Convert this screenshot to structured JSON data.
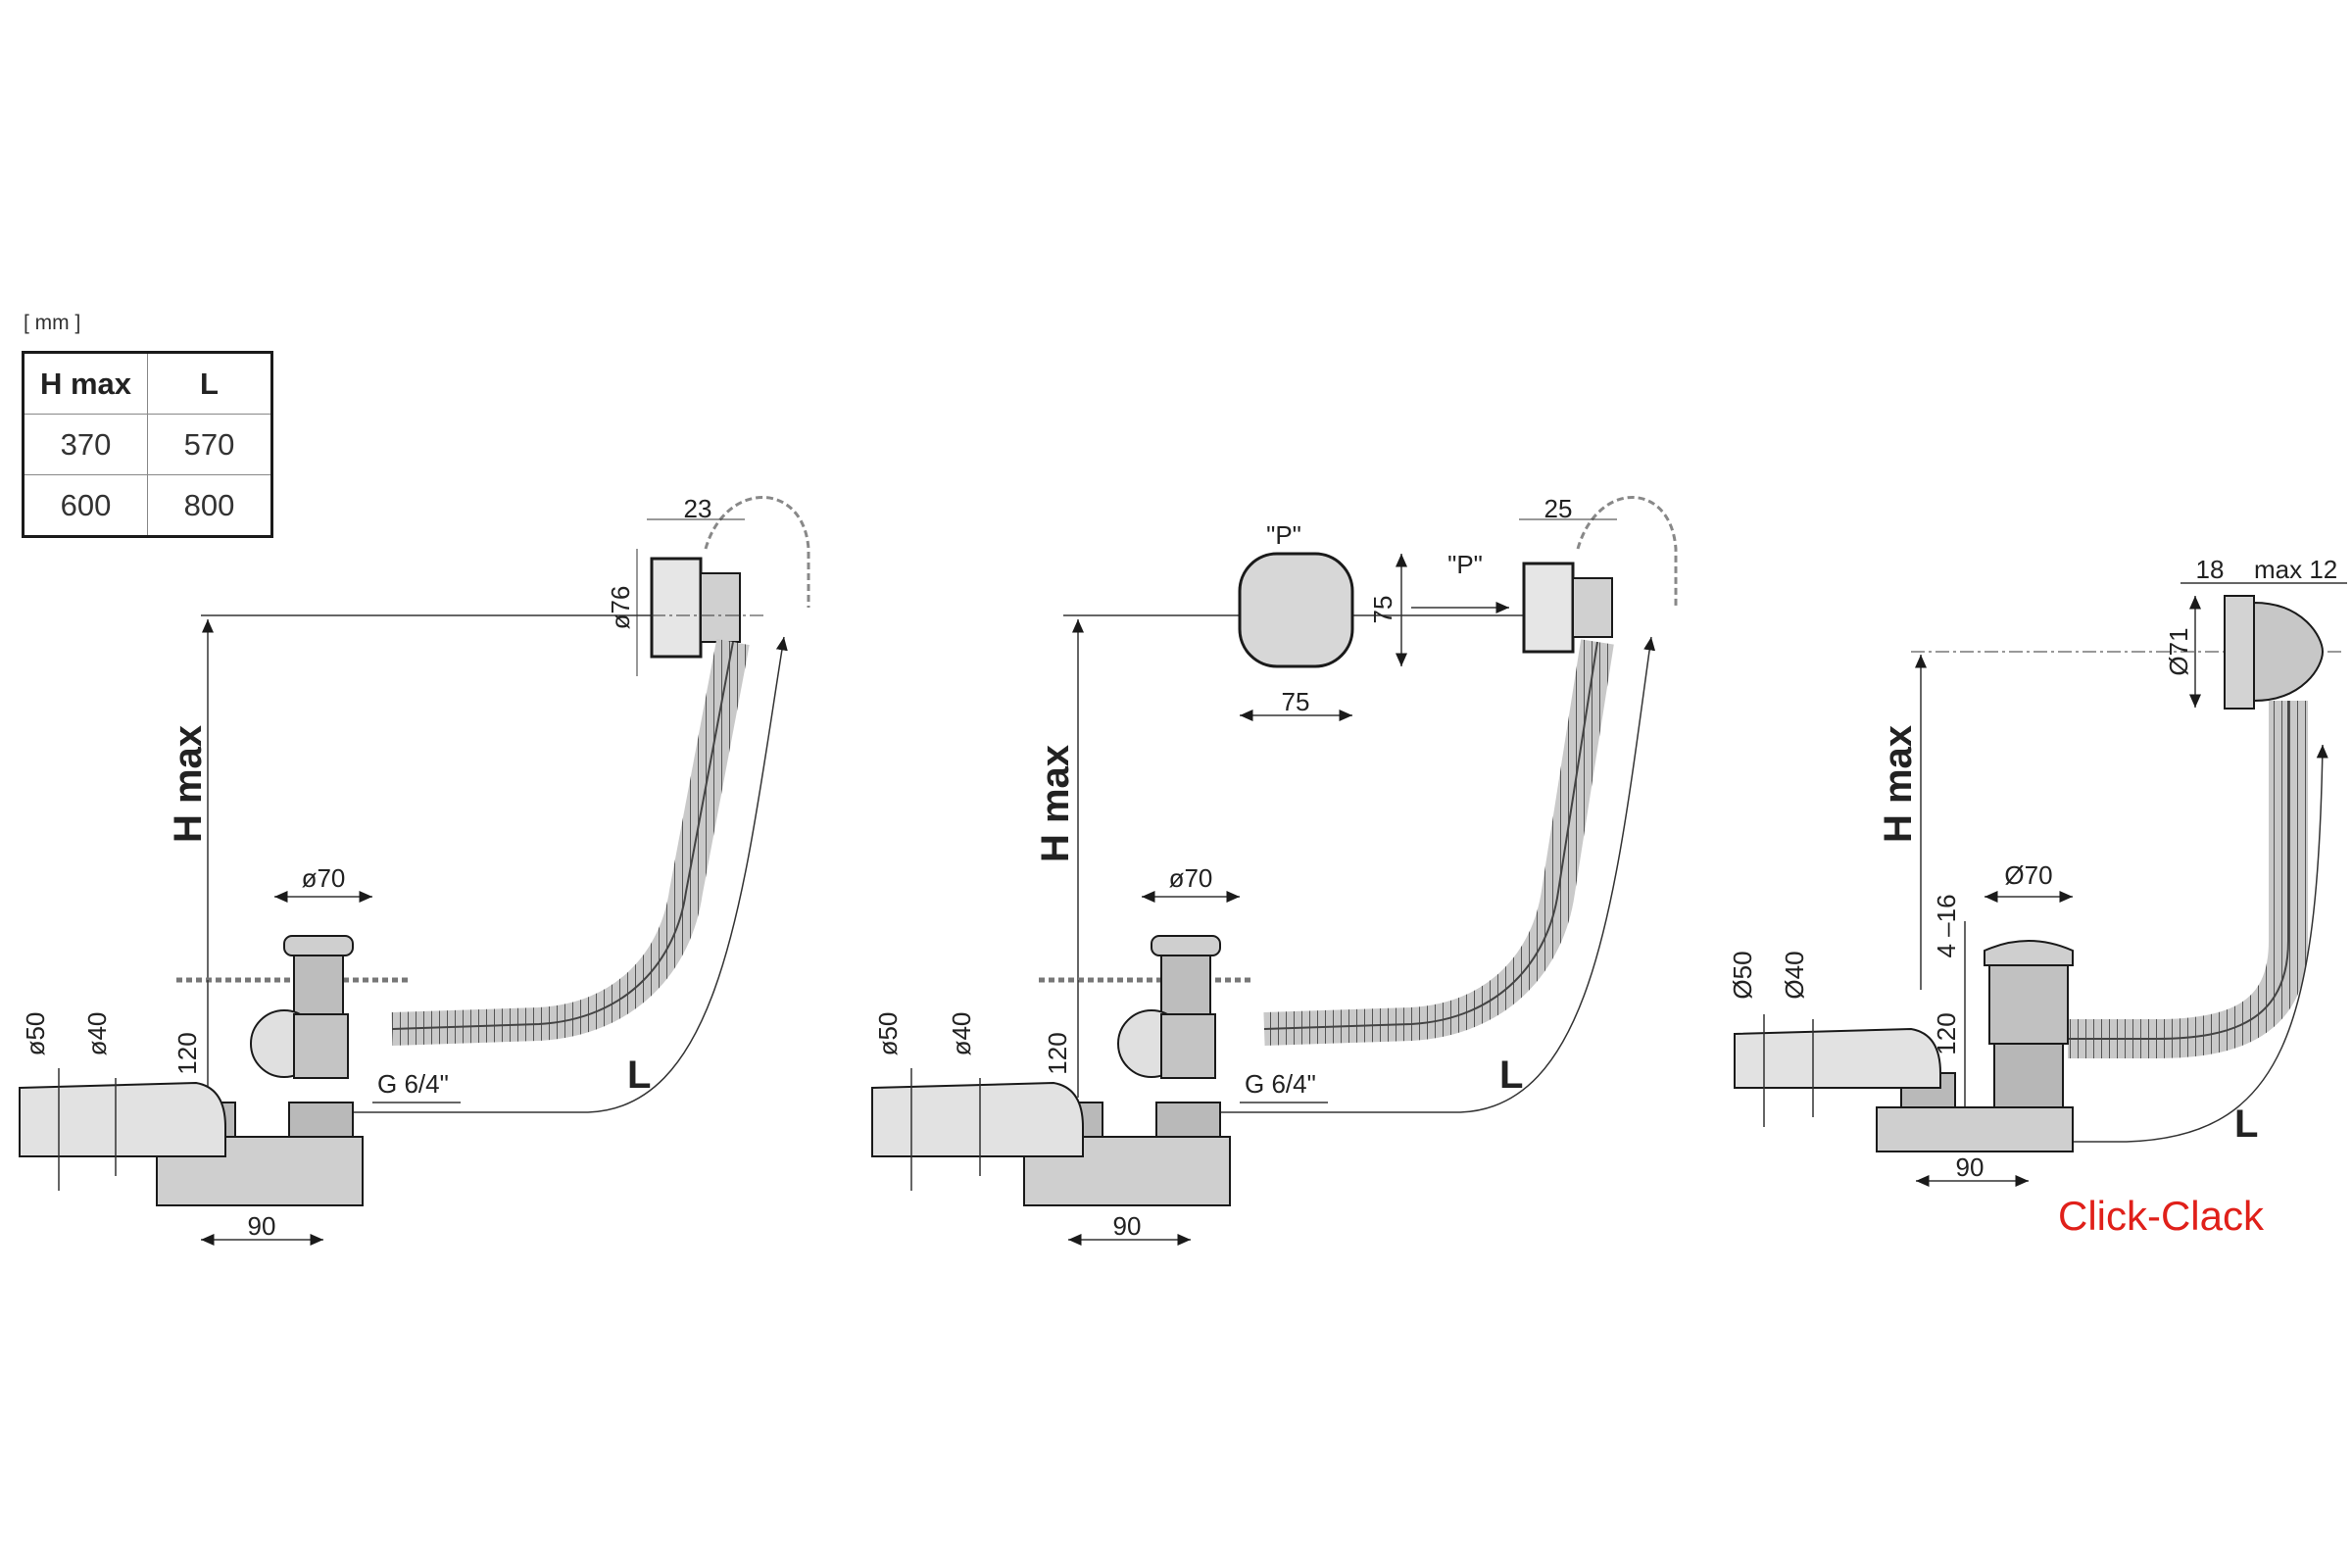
{
  "units_label": "[ mm ]",
  "table": {
    "headers": [
      "H max",
      "L"
    ],
    "rows": [
      [
        "370",
        "570"
      ],
      [
        "600",
        "800"
      ]
    ]
  },
  "drawing_1": {
    "hmax": "H max",
    "l": "L",
    "d76": "ø76",
    "w23": "23",
    "d70": "ø70",
    "h120": "120",
    "thread": "G 6/4\"",
    "d50": "ø50",
    "d40": "ø40",
    "w90": "90"
  },
  "drawing_2": {
    "hmax": "H max",
    "l": "L",
    "p_left": "\"P\"",
    "p_right": "\"P\"",
    "h75": "75",
    "w75": "75",
    "w25": "25",
    "d70": "ø70",
    "h120": "120",
    "thread": "G 6/4\"",
    "d50": "ø50",
    "d40": "ø40",
    "w90": "90"
  },
  "drawing_3": {
    "hmax": "H max",
    "l": "L",
    "d71": "Ø71",
    "w18": "18",
    "max12": "max 12",
    "d70": "Ø70",
    "range": "4 –16",
    "h120": "120",
    "d50": "Ø50",
    "d40": "Ø40",
    "w90": "90",
    "caption": "Click-Clack"
  },
  "colors": {
    "line": "#1a1a1a",
    "pipe": "#7a7a7a",
    "caption": "#e0201a"
  }
}
